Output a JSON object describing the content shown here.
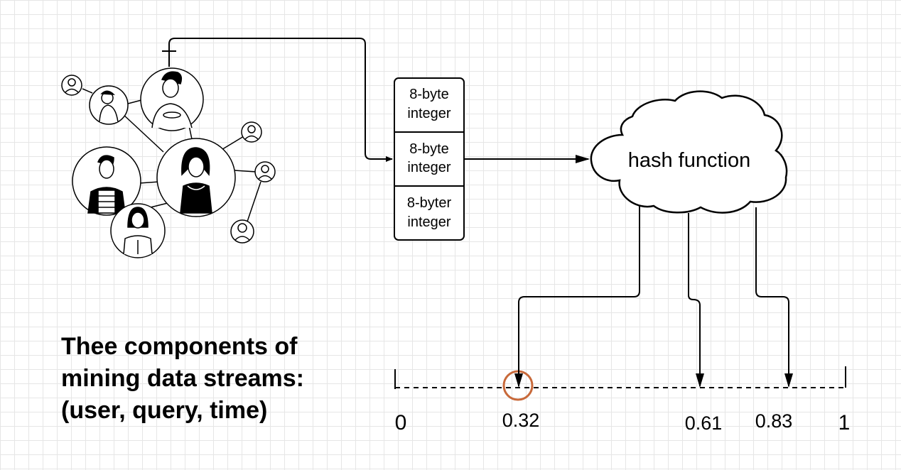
{
  "int_boxes": [
    {
      "line1": "8-byte",
      "line2": "integer"
    },
    {
      "line1": "8-byte",
      "line2": "integer"
    },
    {
      "line1": "8-byter",
      "line2": "integer"
    }
  ],
  "hash_label": "hash function",
  "caption": {
    "line1": "Thee components of",
    "line2": "mining data streams:",
    "line3": "(user, query, time)"
  },
  "number_line": {
    "start_label": "0",
    "end_label": "1",
    "points": [
      {
        "value": 0.32,
        "label": "0.32",
        "highlighted": true
      },
      {
        "value": 0.61,
        "label": "0.61",
        "highlighted": false
      },
      {
        "value": 0.83,
        "label": "0.83",
        "highlighted": false
      }
    ]
  },
  "colors": {
    "line": "#000000",
    "highlight": "#c8693a"
  },
  "icons": [
    "user-icon",
    "person-avatar"
  ]
}
